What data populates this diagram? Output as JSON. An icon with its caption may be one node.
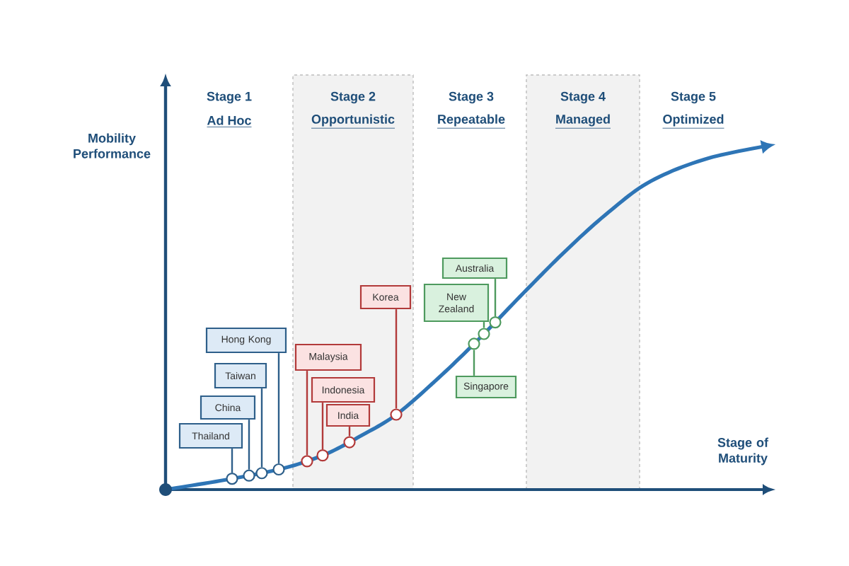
{
  "diagram": {
    "nodes": [
      {
        "text": [
          "Stage 2",
          "Opportunistic"
        ]
      },
      {
        "text": [
          "Stage 4",
          "Managed"
        ]
      },
      {
        "text": [
          "Hong Kong"
        ]
      },
      {
        "text": [
          "Taiwan"
        ]
      },
      {
        "text": [
          "China"
        ]
      },
      {
        "text": [
          "Thailand"
        ]
      },
      {
        "text": [
          "Malaysia"
        ],
        "in": 0
      },
      {
        "text": [
          "Indonesia"
        ],
        "in": 0
      },
      {
        "text": [
          "India"
        ],
        "in": 0
      },
      {
        "text": [
          "Korea"
        ],
        "in": 0
      },
      {
        "text": [
          "Australia"
        ]
      },
      {
        "text": [
          "New Zealand"
        ]
      },
      {
        "text": [
          "Singapore"
        ]
      },
      {
        "text": [],
        "shape": "circle"
      },
      {
        "text": [],
        "shape": "circle"
      },
      {
        "text": [],
        "shape": "circle"
      },
      {
        "text": [],
        "shape": "circle"
      },
      {
        "text": [],
        "shape": "circle",
        "in": 0
      },
      {
        "text": [],
        "shape": "circle",
        "in": 0
      },
      {
        "text": [],
        "shape": "circle",
        "in": 0
      },
      {
        "text": [],
        "shape": "circle",
        "in": 0
      },
      {
        "text": [],
        "shape": "circle"
      },
      {
        "text": [],
        "shape": "circle"
      },
      {
        "text": [],
        "shape": "circle"
      }
    ],
    "edges": [
      {
        "from": 2,
        "to": 16,
        "arrow": "none"
      },
      {
        "from": 3,
        "to": 15,
        "arrow": "none"
      },
      {
        "from": 4,
        "to": 14,
        "arrow": "none"
      },
      {
        "from": 5,
        "to": 13,
        "arrow": "none"
      },
      {
        "from": 6,
        "to": 17,
        "arrow": "none",
        "color": "#b23a3a"
      },
      {
        "from": 7,
        "to": 18,
        "arrow": "none",
        "color": "#b23a3a"
      },
      {
        "from": 8,
        "to": 19,
        "arrow": "none",
        "color": "#b23a3a"
      },
      {
        "from": 9,
        "to": 20,
        "arrow": "none",
        "color": "#b23a3a"
      },
      {
        "from": 10,
        "to": 23,
        "arrow": "none",
        "color": "#4e9a5e"
      },
      {
        "from": 11,
        "to": 22,
        "arrow": "none",
        "color": "#4e9a5e"
      },
      {
        "from": 12,
        "to": 21,
        "arrow": "none",
        "color": "#4e9a5e"
      }
    ],
    "labels": [
      "Stage 1",
      "Ad Hoc",
      "Stage 3",
      "Repeatable",
      "Stage 5",
      "Optimized",
      "Mobility Performance",
      "Stage of Maturity"
    ]
  }
}
